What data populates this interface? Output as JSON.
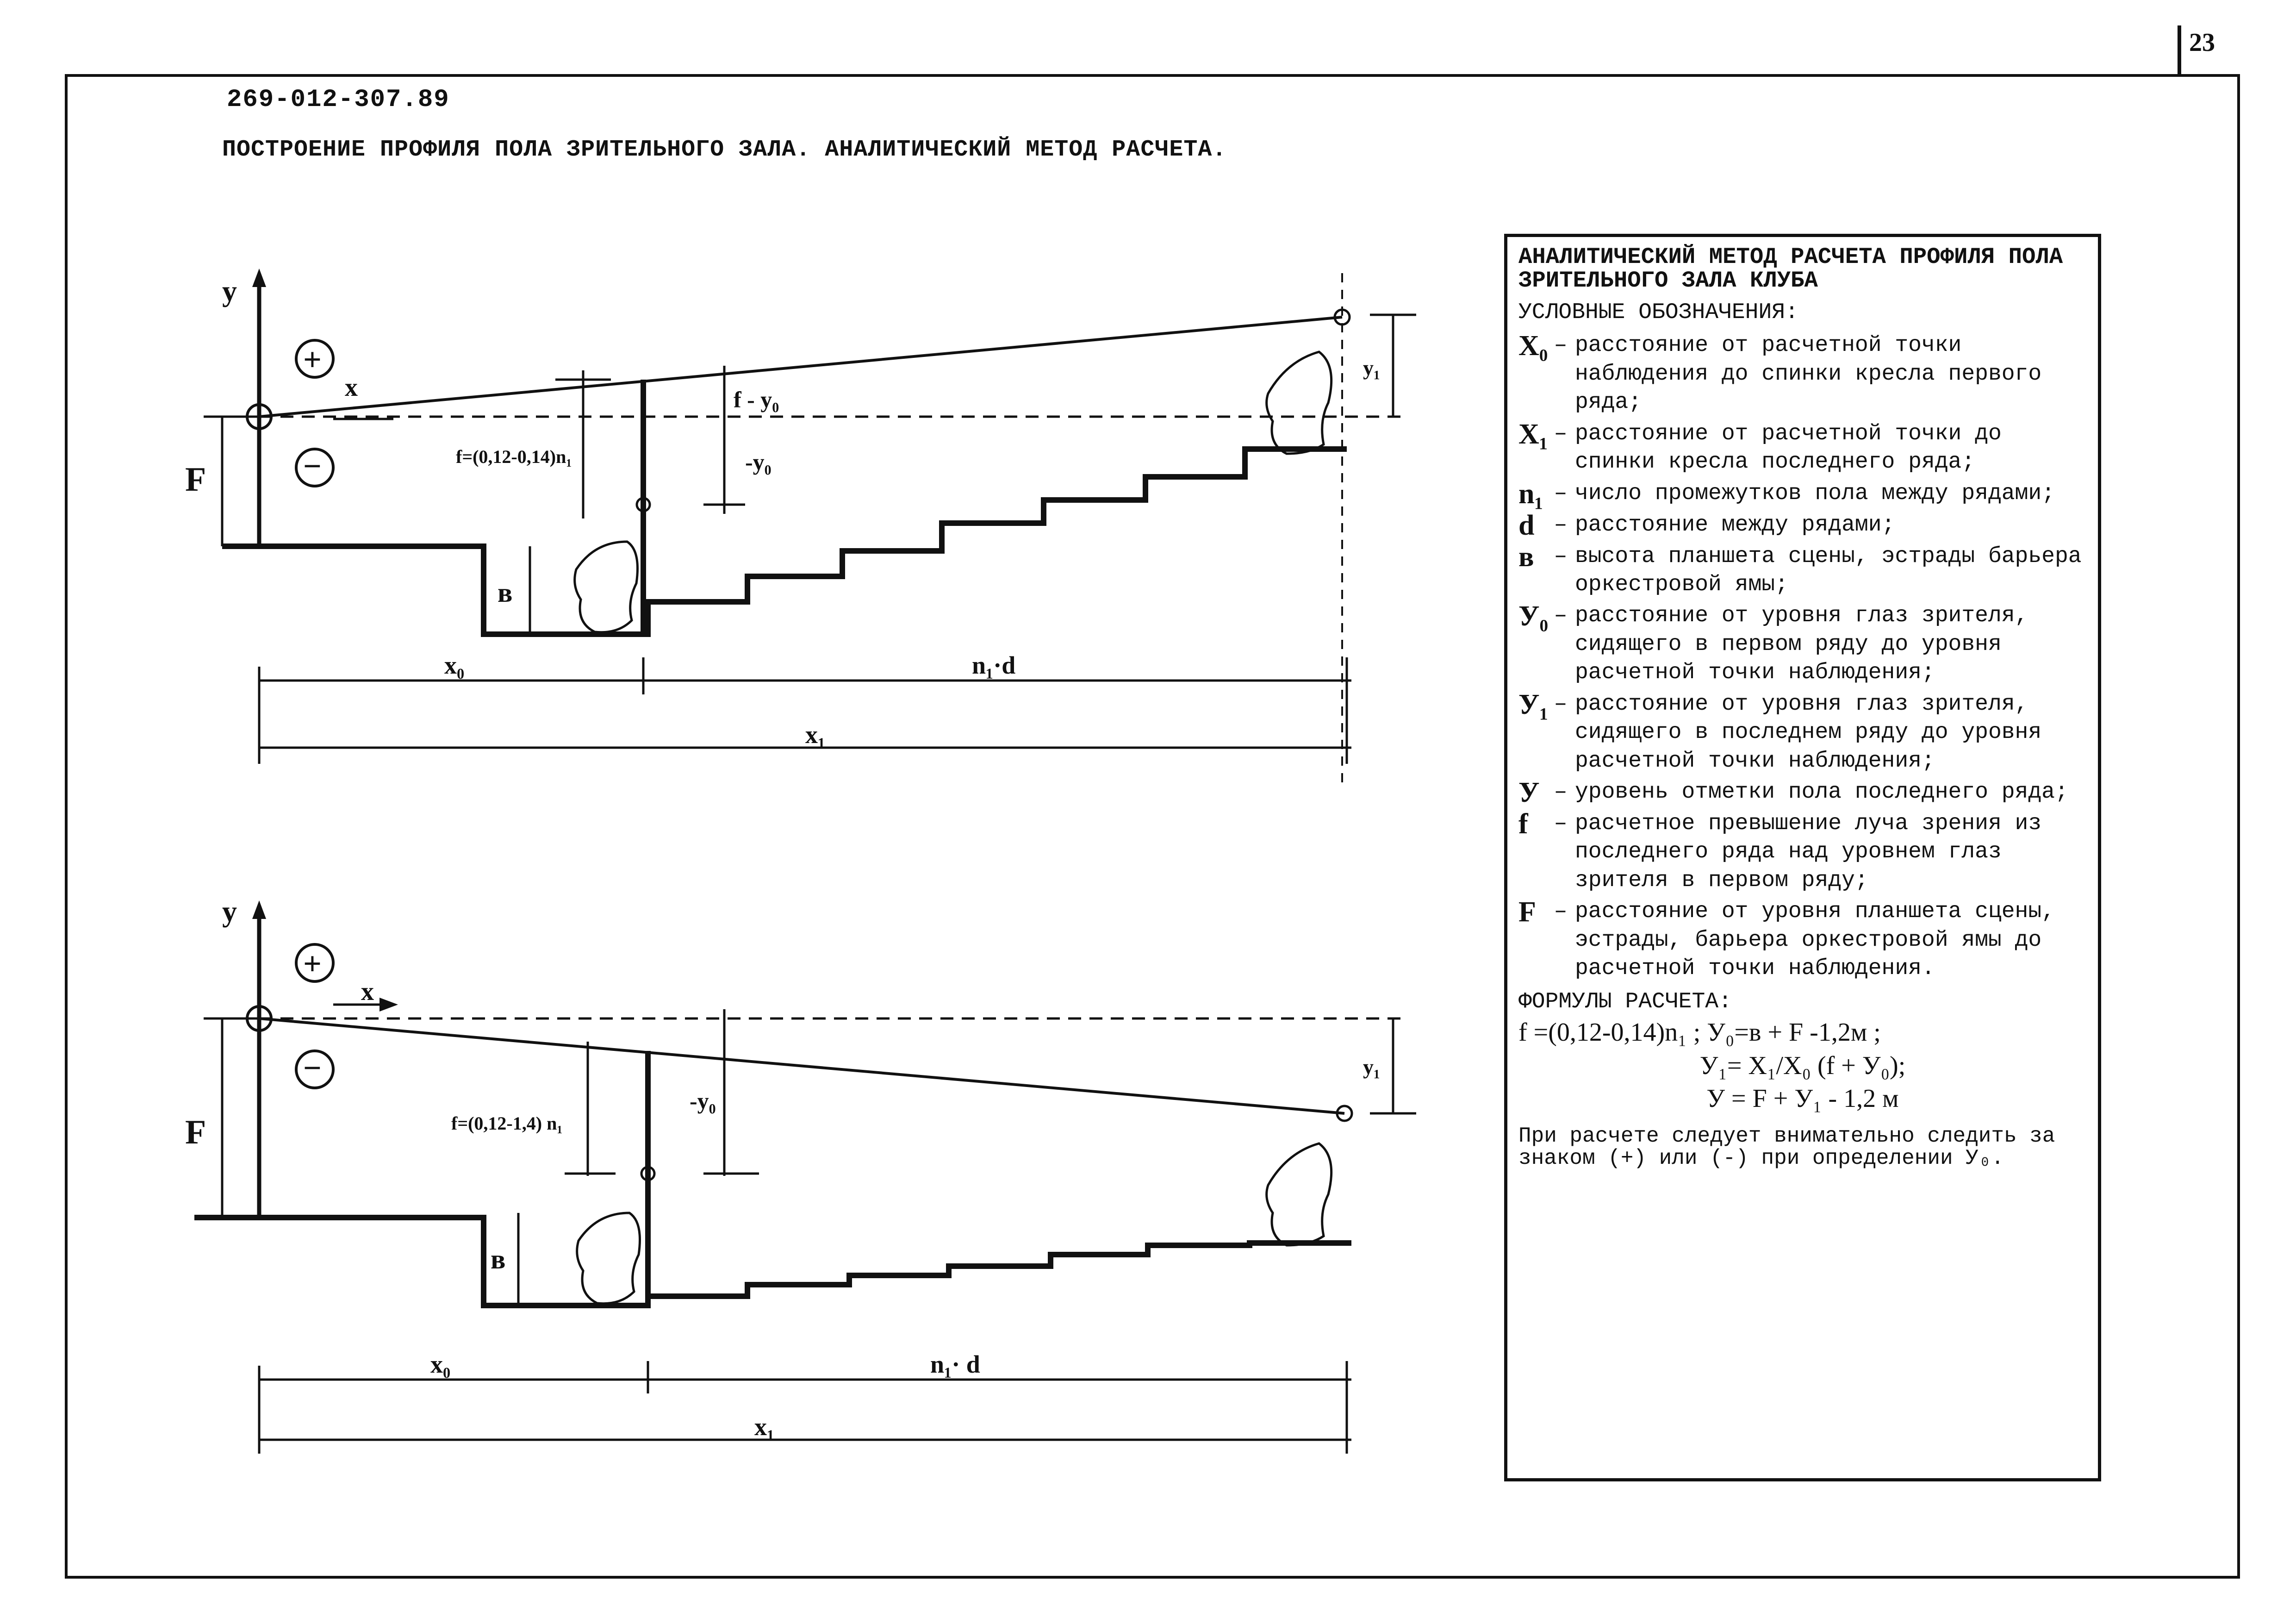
{
  "page_number": "23",
  "doc_code": "269-012-307.89",
  "doc_title": "ПОСТРОЕНИЕ ПРОФИЛЯ ПОЛА ЗРИТЕЛЬНОГО ЗАЛА. АНАЛИТИЧЕСКИЙ МЕТОД РАСЧЕТА.",
  "diagram_top": {
    "y_axis": "у",
    "x_axis": "х",
    "plus": "+",
    "minus": "−",
    "F": "F",
    "f_formula": "f=(0,12-0,14)n₁",
    "f_minus_y0": "f - y₀",
    "minus_y0": "-y₀",
    "y1": "y₁",
    "b": "в",
    "x0": "x₀",
    "n_d": "n₁·d",
    "x1": "x₁"
  },
  "diagram_bottom": {
    "y_axis": "у",
    "x_axis": "х",
    "plus": "+",
    "minus": "−",
    "F": "F",
    "f_formula": "f=(0,12-1,4) n₁",
    "minus_y0": "-y₀",
    "y1": "y₁",
    "b": "в",
    "x0": "x₀",
    "n_d": "n₁· d",
    "x1": "x₁"
  },
  "legend": {
    "heading": "АНАЛИТИЧЕСКИЙ МЕТОД РАСЧЕТА ПРОФИЛЯ ПОЛА ЗРИТЕЛЬНОГО ЗАЛА КЛУБА",
    "subheading": "УСЛОВНЫЕ ОБОЗНАЧЕНИЯ:",
    "items": [
      {
        "sym": "X₀",
        "text": "расстояние от расчетной точки наблюдения до спинки кресла первого ряда;"
      },
      {
        "sym": "X₁",
        "text": "расстояние от расчетной точки до спинки кресла последнего ряда;"
      },
      {
        "sym": "n₁",
        "text": "число промежутков пола между рядами;"
      },
      {
        "sym": "d",
        "text": "расстояние между рядами;"
      },
      {
        "sym": "в",
        "text": "высота планшета сцены, эстрады барьера оркестровой ямы;"
      },
      {
        "sym": "У₀",
        "text": "расстояние от уровня глаз зрителя, сидящего в первом ряду до уровня расчетной точки наблюдения;"
      },
      {
        "sym": "У₁",
        "text": "расстояние от уровня глаз зрителя, сидящего в последнем ряду до уровня расчетной точки наблюдения;"
      },
      {
        "sym": "У",
        "text": "уровень отметки пола последнего ряда;"
      },
      {
        "sym": "f",
        "text": "расчетное превышение луча зрения из последнего ряда над уровнем глаз зрителя в первом ряду;"
      },
      {
        "sym": "F",
        "text": "расстояние от уровня планшета сцены, эстрады, барьера оркестровой ямы до расчетной точки наблюдения."
      }
    ],
    "formulas_heading": "ФОРМУЛЫ РАСЧЕТА:",
    "formula_1": "f =(0,12-0,14)n₁ ; У₀=в + F -1,2м ;",
    "formula_2": "У₁= X₁/X₀ (f + У₀);",
    "formula_3": "У = F + У₁ - 1,2 м",
    "note": "При расчете следует внимательно следить за знаком (+) или (-) при определении У₀."
  }
}
